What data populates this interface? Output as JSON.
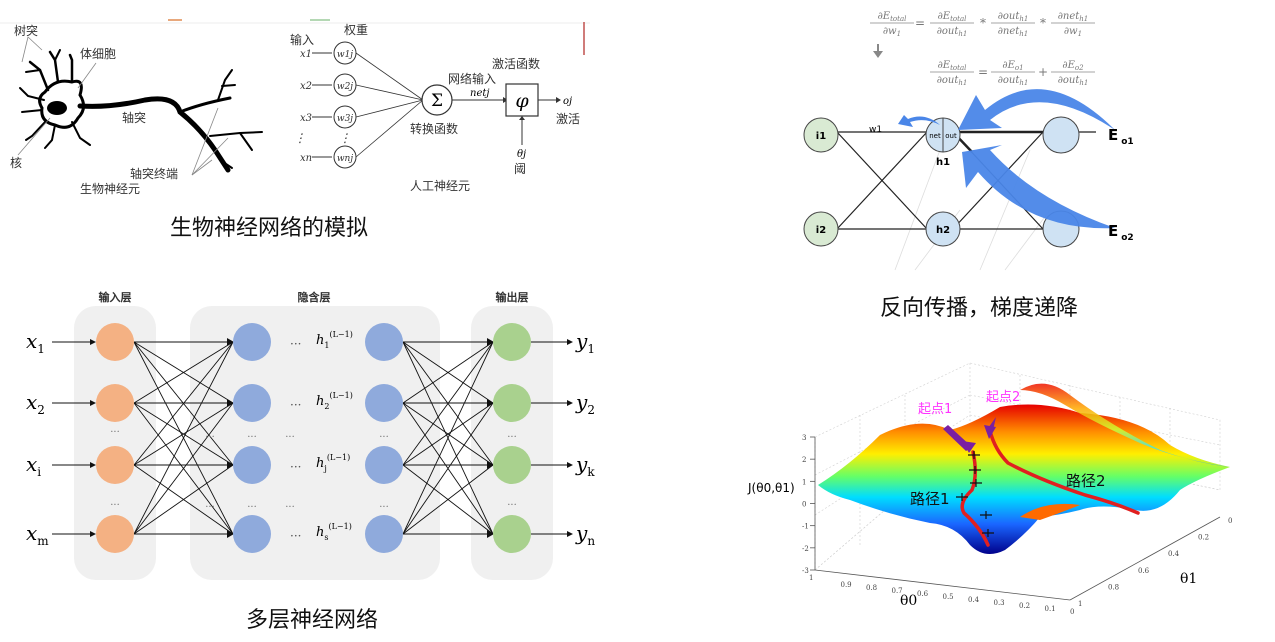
{
  "neuron_panel": {
    "bio": {
      "dendrite": "树突",
      "soma": "体细胞",
      "axon": "轴突",
      "nucleus": "核",
      "axon_terminal": "轴突终端",
      "title": "生物神经元"
    },
    "artificial": {
      "weights": "权重",
      "inputs": "输入",
      "input_labels": [
        "x1",
        "x2",
        "x3",
        "xn"
      ],
      "weight_labels": [
        "w1j",
        "w2j",
        "w3j",
        "wnj"
      ],
      "vdots": "⋮",
      "sum_symbol": "Σ",
      "net_input": "网络输入",
      "net_label": "netj",
      "transfer_fn": "转换函数",
      "activation_fn": "激活函数",
      "phi_symbol": "φ",
      "output_label": "oj",
      "activation": "激活",
      "threshold_symbol": "θj",
      "threshold": "阈",
      "title": "人工神经元"
    },
    "caption": "生物神经网络的模拟"
  },
  "backprop_panel": {
    "formula_line1": "∂E_total/∂w1 = ∂E_total/∂out_h1 * ∂out_h1/∂net_h1 * ∂net_h1/∂w1",
    "formula_line2": "∂E_total/∂out_h1 = ∂E_o1/∂out_h1 + ∂E_o2/∂out_h1",
    "f1": {
      "l_num": "∂E",
      "l_num_sub": "total",
      "l_den": "∂w",
      "l_den_sub": "1",
      "a_num": "∂E",
      "a_num_sub": "total",
      "a_den": "∂out",
      "a_den_sub": "h1",
      "b_num": "∂out",
      "b_num_sub": "h1",
      "b_den": "∂net",
      "b_den_sub": "h1",
      "c_num": "∂net",
      "c_num_sub": "h1",
      "c_den": "∂w",
      "c_den_sub": "1"
    },
    "f2": {
      "l_num": "∂E",
      "l_num_sub": "total",
      "l_den": "∂out",
      "l_den_sub": "h1",
      "a_num": "∂E",
      "a_num_sub": "o1",
      "a_den": "∂out",
      "a_den_sub": "h1",
      "b_num": "∂E",
      "b_num_sub": "o2",
      "b_den": "∂out",
      "b_den_sub": "h1"
    },
    "ops": {
      "eq": "=",
      "mul": "*",
      "plus": "+"
    },
    "nodes": {
      "i1": "i1",
      "i2": "i2",
      "h1": "h1",
      "h2": "h2",
      "net": "net",
      "out": "out"
    },
    "w1": "w1",
    "errors": {
      "e1": "E",
      "e1_sub": "o1",
      "e2": "E",
      "e2_sub": "o2"
    },
    "caption": "反向传播，梯度递降",
    "colors": {
      "input_node": "#d9ead3",
      "hidden_node": "#cfe2f3",
      "arrow": "#4a86e8"
    }
  },
  "multilayer_panel": {
    "layers": {
      "input": "输入层",
      "hidden": "隐含层",
      "output": "输出层"
    },
    "inputs": [
      {
        "base": "x",
        "sub": "1"
      },
      {
        "base": "x",
        "sub": "2"
      },
      {
        "base": "x",
        "sub": "i"
      },
      {
        "base": "x",
        "sub": "m"
      }
    ],
    "hidden": [
      {
        "base": "h",
        "sub": "1",
        "sup": "(L−1)"
      },
      {
        "base": "h",
        "sub": "2",
        "sup": "(L−1)"
      },
      {
        "base": "h",
        "sub": "j",
        "sup": "(L−1)"
      },
      {
        "base": "h",
        "sub": "s",
        "sup": "(L−1)"
      }
    ],
    "outputs": [
      {
        "base": "y",
        "sub": "1"
      },
      {
        "base": "y",
        "sub": "2"
      },
      {
        "base": "y",
        "sub": "k"
      },
      {
        "base": "y",
        "sub": "n"
      }
    ],
    "ellipsis": "···",
    "caption": "多层神经网络",
    "colors": {
      "input": "#f4b183",
      "hidden": "#8faadc",
      "output": "#a9d18e",
      "layer_bg": "#f0f0f0"
    }
  },
  "surface_panel": {
    "zlabel": "J(θ0,θ1)",
    "z_ticks": [
      "3",
      "2",
      "1",
      "0",
      "-1",
      "-2",
      "-3"
    ],
    "theta0_ticks": [
      "1",
      "0.9",
      "0.8",
      "0.7",
      "0.6",
      "0.5",
      "0.4",
      "0.3",
      "0.2",
      "0.1",
      "0"
    ],
    "theta1_ticks": [
      "0",
      "0.2",
      "0.4",
      "0.6",
      "0.8",
      "1"
    ],
    "xlabel": "θ0",
    "ylabel": "θ1",
    "start1": "起点1",
    "start2": "起点2",
    "path1": "路径1",
    "path2": "路径2",
    "colors": {
      "start_label": "#ff33ff",
      "start_arrow": "#7b1fa2",
      "path": "#e02020"
    }
  }
}
